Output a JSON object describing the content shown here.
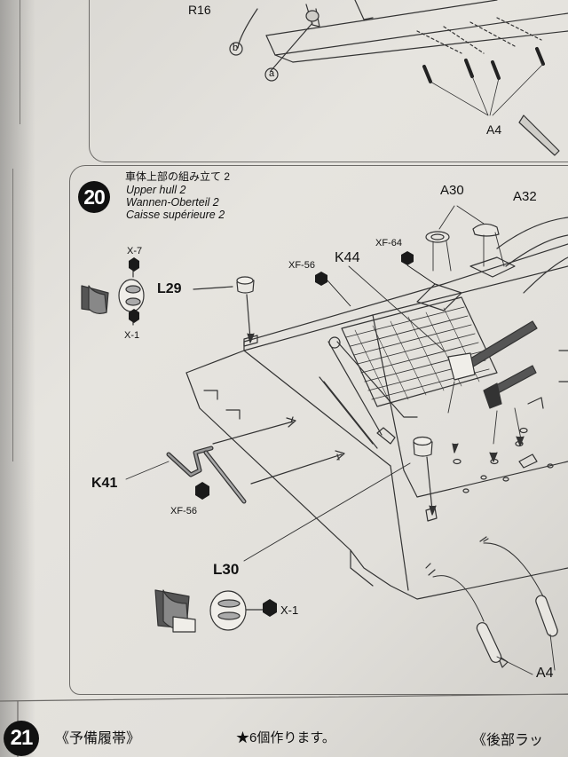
{
  "top_panel": {
    "part_r16": "R16",
    "callout_b": "b",
    "callout_a": "a",
    "part_a4": "A4"
  },
  "step20": {
    "number": "20",
    "title_ja": "車体上部の組み立て 2",
    "title_en": "Upper hull 2",
    "title_de": "Wannen-Oberteil 2",
    "title_fr": "Caisse supérieure 2",
    "parts": {
      "a30": "A30",
      "a32": "A32",
      "k44": "K44",
      "xf64": "XF-64",
      "xf56_top": "XF-56",
      "x7": "X-7",
      "l29": "L29",
      "x1_top": "X-1",
      "k41": "K41",
      "xf56_bottom": "XF-56",
      "l30": "L30",
      "x1_bottom": "X-1",
      "a4": "A4"
    }
  },
  "step21": {
    "number": "21",
    "title_ja": "《予備履帯》",
    "note_ja": "★6個作ります。",
    "next_ja": "《後部ラッ"
  }
}
